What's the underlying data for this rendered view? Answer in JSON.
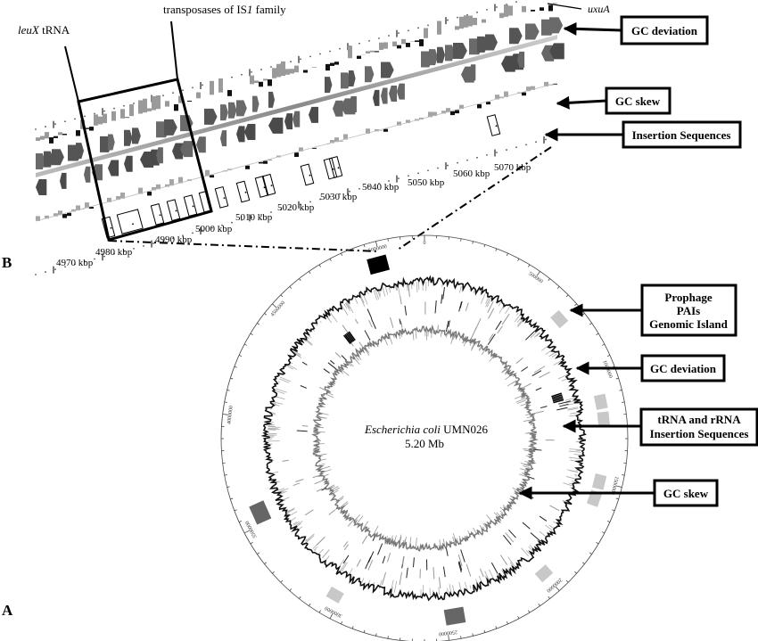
{
  "figure": {
    "panel_a_letter": "A",
    "panel_b_letter": "B",
    "genome": {
      "organism_italic": "Escherichia coli",
      "strain": "UMN026",
      "size_label": "5.20 Mb",
      "size_mb": 5.2
    },
    "circular_map": {
      "scale_labels": [
        "0",
        "500000",
        "1000000",
        "1500000",
        "2000000",
        "2500000",
        "3000000",
        "3500000",
        "4000000",
        "4500000",
        "5000000"
      ],
      "prophage_pai_islands": [
        {
          "position_bp": 4985000,
          "shade": "black"
        },
        {
          "position_bp": 700000,
          "shade": "light"
        },
        {
          "position_bp": 1130000,
          "shade": "light"
        },
        {
          "position_bp": 1210000,
          "shade": "light"
        },
        {
          "position_bp": 1500000,
          "shade": "light"
        },
        {
          "position_bp": 1580000,
          "shade": "light"
        },
        {
          "position_bp": 2000000,
          "shade": "light"
        },
        {
          "position_bp": 2460000,
          "shade": "dark"
        },
        {
          "position_bp": 3030000,
          "shade": "light"
        },
        {
          "position_bp": 3550000,
          "shade": "dark"
        }
      ]
    },
    "callouts_a": [
      {
        "lines": [
          "Prophage",
          "PAIs",
          "Genomic Island"
        ]
      },
      {
        "lines": [
          "GC deviation"
        ]
      },
      {
        "lines": [
          "tRNA and rRNA",
          "Insertion Sequences"
        ]
      },
      {
        "lines": [
          "GC skew"
        ]
      }
    ],
    "callouts_b": [
      {
        "lines": [
          "GC deviation"
        ]
      },
      {
        "lines": [
          "GC skew"
        ]
      },
      {
        "lines": [
          "Insertion Sequences"
        ]
      }
    ],
    "linear_annotations": {
      "leuX_italic": "leuX",
      "leuX_rest": " tRNA",
      "transposases_prefix": "transposases of IS",
      "transposases_italic": "1",
      "transposases_suffix": " family",
      "uxuA": "uxuA"
    },
    "kbp_ticks": [
      "4970 kbp",
      "4980 kbp",
      "4990 kbp",
      "5000 kbp",
      "5010 kbp",
      "5020 kbp",
      "5030 kbp",
      "5040 kbp",
      "5050 kbp",
      "5060 kbp",
      "5070 kbp"
    ]
  }
}
